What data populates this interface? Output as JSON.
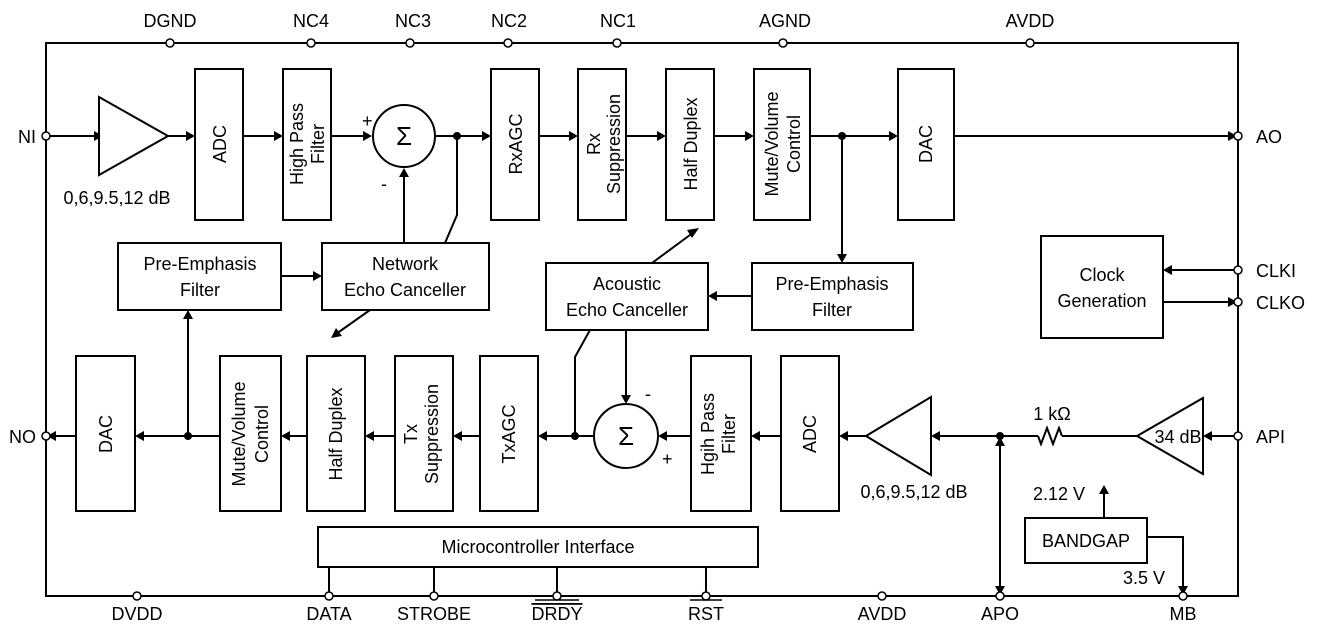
{
  "pins": {
    "top": [
      "DGND",
      "NC4",
      "NC3",
      "NC2",
      "NC1",
      "AGND",
      "AVDD"
    ],
    "left": [
      "NI",
      "NO"
    ],
    "right": [
      "AO",
      "CLKI",
      "CLKO",
      "API"
    ],
    "bottom": [
      "DVDD",
      "DATA",
      "STROBE",
      "DRDY",
      "RST",
      "AVDD",
      "APO",
      "MB"
    ]
  },
  "blocks": {
    "adc_top": "ADC",
    "hpf_top": [
      "High Pass",
      "Filter"
    ],
    "sum": "Σ",
    "rxagc": "RxAGC",
    "rx_supp": [
      "Rx",
      "Suppression"
    ],
    "half_duplex": "Half Duplex",
    "mute_top": [
      "Mute/Volume",
      "Control"
    ],
    "dac_top": "DAC",
    "pre_emph_left": [
      "Pre-Emphasis",
      "Filter"
    ],
    "nec": [
      "Network",
      "Echo Canceller"
    ],
    "aec": [
      "Acoustic",
      "Echo Canceller"
    ],
    "pre_emph_right": [
      "Pre-Emphasis",
      "Filter"
    ],
    "clock": [
      "Clock",
      "Generation"
    ],
    "dac_bottom": "DAC",
    "mute_bottom": [
      "Mute/Volume",
      "Control"
    ],
    "tx_supp": [
      "Tx",
      "Suppression"
    ],
    "txagc": "TxAGC",
    "hpf_bottom": [
      "Hgih Pass",
      "Filter"
    ],
    "adc_bottom": "ADC",
    "bandgap": "BANDGAP",
    "mcu": "Microcontroller Interface"
  },
  "labels": {
    "gain_top": "0,6,9.5,12 dB",
    "gain_bottom": "0,6,9.5,12 dB",
    "mic_gain": "34 dB",
    "resistor": "1 kΩ",
    "v_212": "2.12 V",
    "v_35": "3.5 V",
    "plus": "+",
    "minus": "-"
  }
}
